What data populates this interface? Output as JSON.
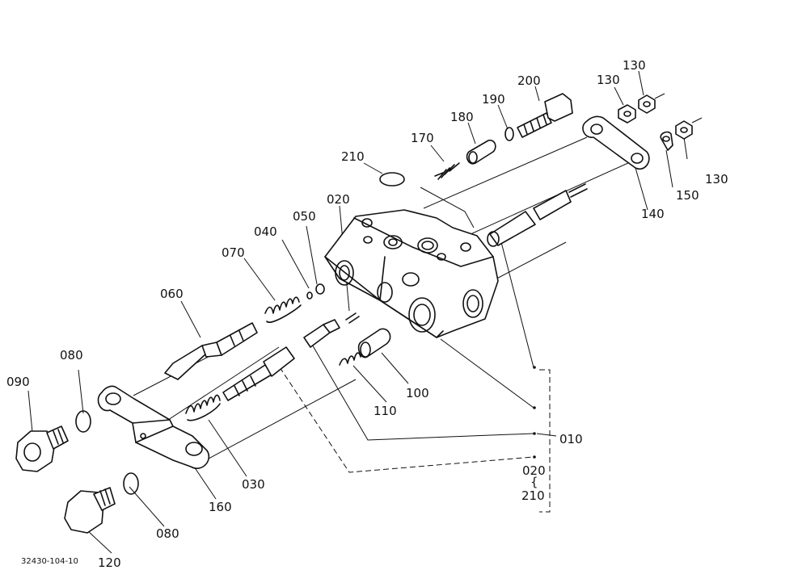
{
  "labels": {
    "p010": "010",
    "p020a": "020",
    "p020b": "020",
    "brace": "{",
    "p210a": "210",
    "p210b": "210",
    "p030": "030",
    "p040": "040",
    "p050": "050",
    "p060": "060",
    "p070": "070",
    "p080a": "080",
    "p080b": "080",
    "p090": "090",
    "p100": "100",
    "p110": "110",
    "p120": "120",
    "p130a": "130",
    "p130b": "130",
    "p130c": "130",
    "p140": "140",
    "p150": "150",
    "p160": "160",
    "p170": "170",
    "p180": "180",
    "p190": "190",
    "p200": "200"
  },
  "drawing_code": "32430-104-10"
}
